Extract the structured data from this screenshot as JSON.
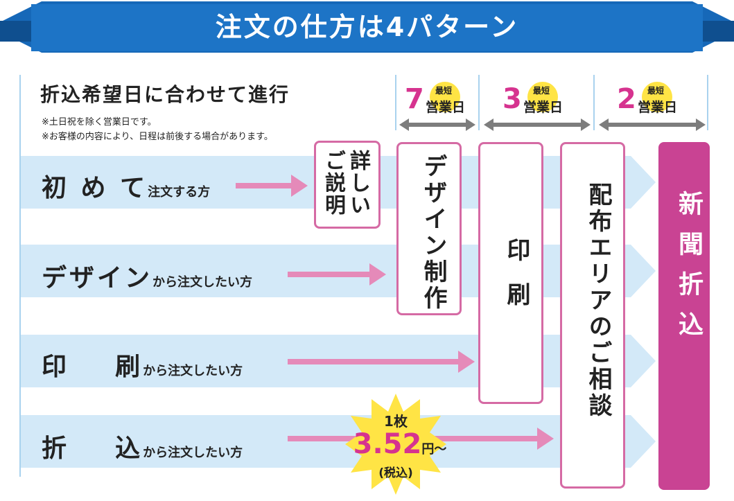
{
  "title": "注文の仕方は4パターン",
  "heading": "折込希望日に合わせて進行",
  "notes": [
    "※土日祝を除く営業日です。",
    "※お客様の内容により、日程は前後する場合があります。"
  ],
  "columns": [
    {
      "days": "7",
      "unit": "営業日",
      "badge": "最短"
    },
    {
      "days": "3",
      "unit": "営業日",
      "badge": "最短"
    },
    {
      "days": "2",
      "unit": "営業日",
      "badge": "最短"
    }
  ],
  "rows": [
    {
      "title": "初 め て",
      "sub": "注文する方"
    },
    {
      "title": "デザイン",
      "sub": "から注文したい方"
    },
    {
      "title": "印    刷",
      "sub": "から注文したい方"
    },
    {
      "title": "折    込",
      "sub": "から注文したい方"
    }
  ],
  "boxes": {
    "details": "詳しいご説明",
    "design": "デザイン制作",
    "print": "印刷",
    "area": "配布エリアのご相談",
    "newspaper": "新聞折込"
  },
  "price": {
    "line1": "1枚",
    "amount": "3.52",
    "unit": "円～",
    "tax": "(税込)"
  },
  "colors": {
    "banner": "#1668b8",
    "band": "#d3e9f8",
    "arrow": "#e58ab9",
    "box_border": "#d56aa4",
    "accent": "#d6338f",
    "newspaper_bg": "#c94393",
    "starburst": "#ffe445"
  }
}
